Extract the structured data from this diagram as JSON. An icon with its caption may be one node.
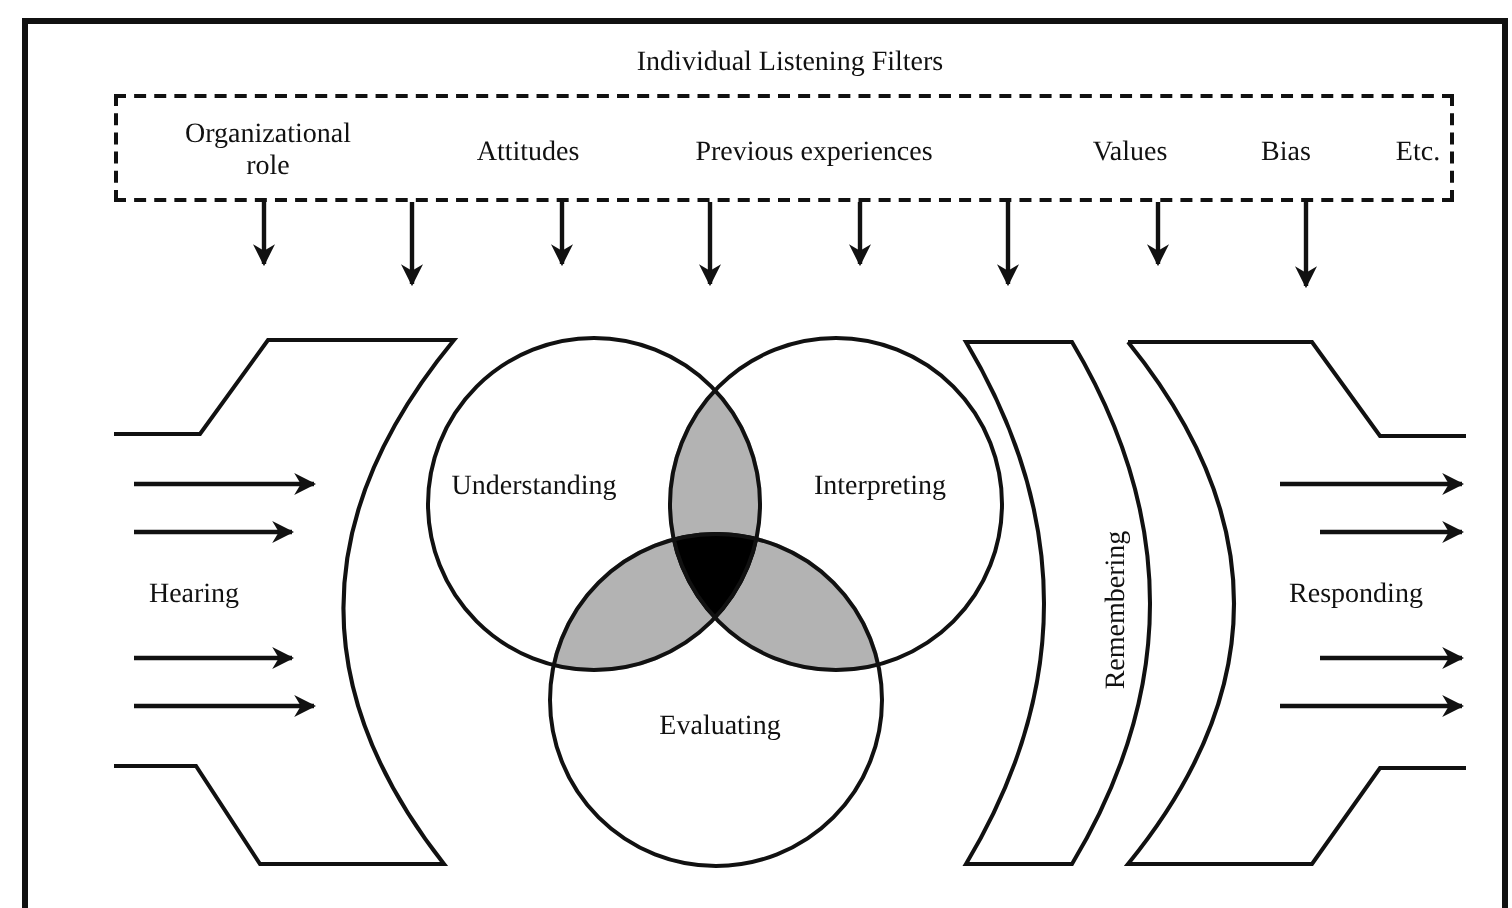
{
  "diagram": {
    "nodes": [
      {
        "text": [
          "Individual Listening Filters",
          "Organizational role",
          "Attitudes",
          "Previous experiences",
          "Values",
          "Bias",
          "Etc."
        ]
      },
      {
        "text": [
          "Hearing"
        ]
      },
      {
        "text": [
          "Understanding"
        ]
      },
      {
        "text": [
          "Interpreting"
        ]
      },
      {
        "text": [
          "Evaluating"
        ]
      },
      {
        "text": [
          "Remembering"
        ]
      },
      {
        "text": [
          "Responding"
        ]
      }
    ],
    "edges": [
      {
        "from": 0,
        "to": null,
        "arrow": "to"
      },
      {
        "from": 0,
        "to": 2,
        "arrow": "to"
      },
      {
        "from": 0,
        "to": null,
        "arrow": "to"
      },
      {
        "from": 0,
        "to": 2,
        "arrow": "to"
      },
      {
        "from": 0,
        "to": null,
        "arrow": "to"
      },
      {
        "from": 0,
        "to": 3,
        "arrow": "to"
      },
      {
        "from": 0,
        "to": null,
        "arrow": "to"
      },
      {
        "from": 0,
        "to": 6,
        "arrow": "to"
      }
    ]
  }
}
